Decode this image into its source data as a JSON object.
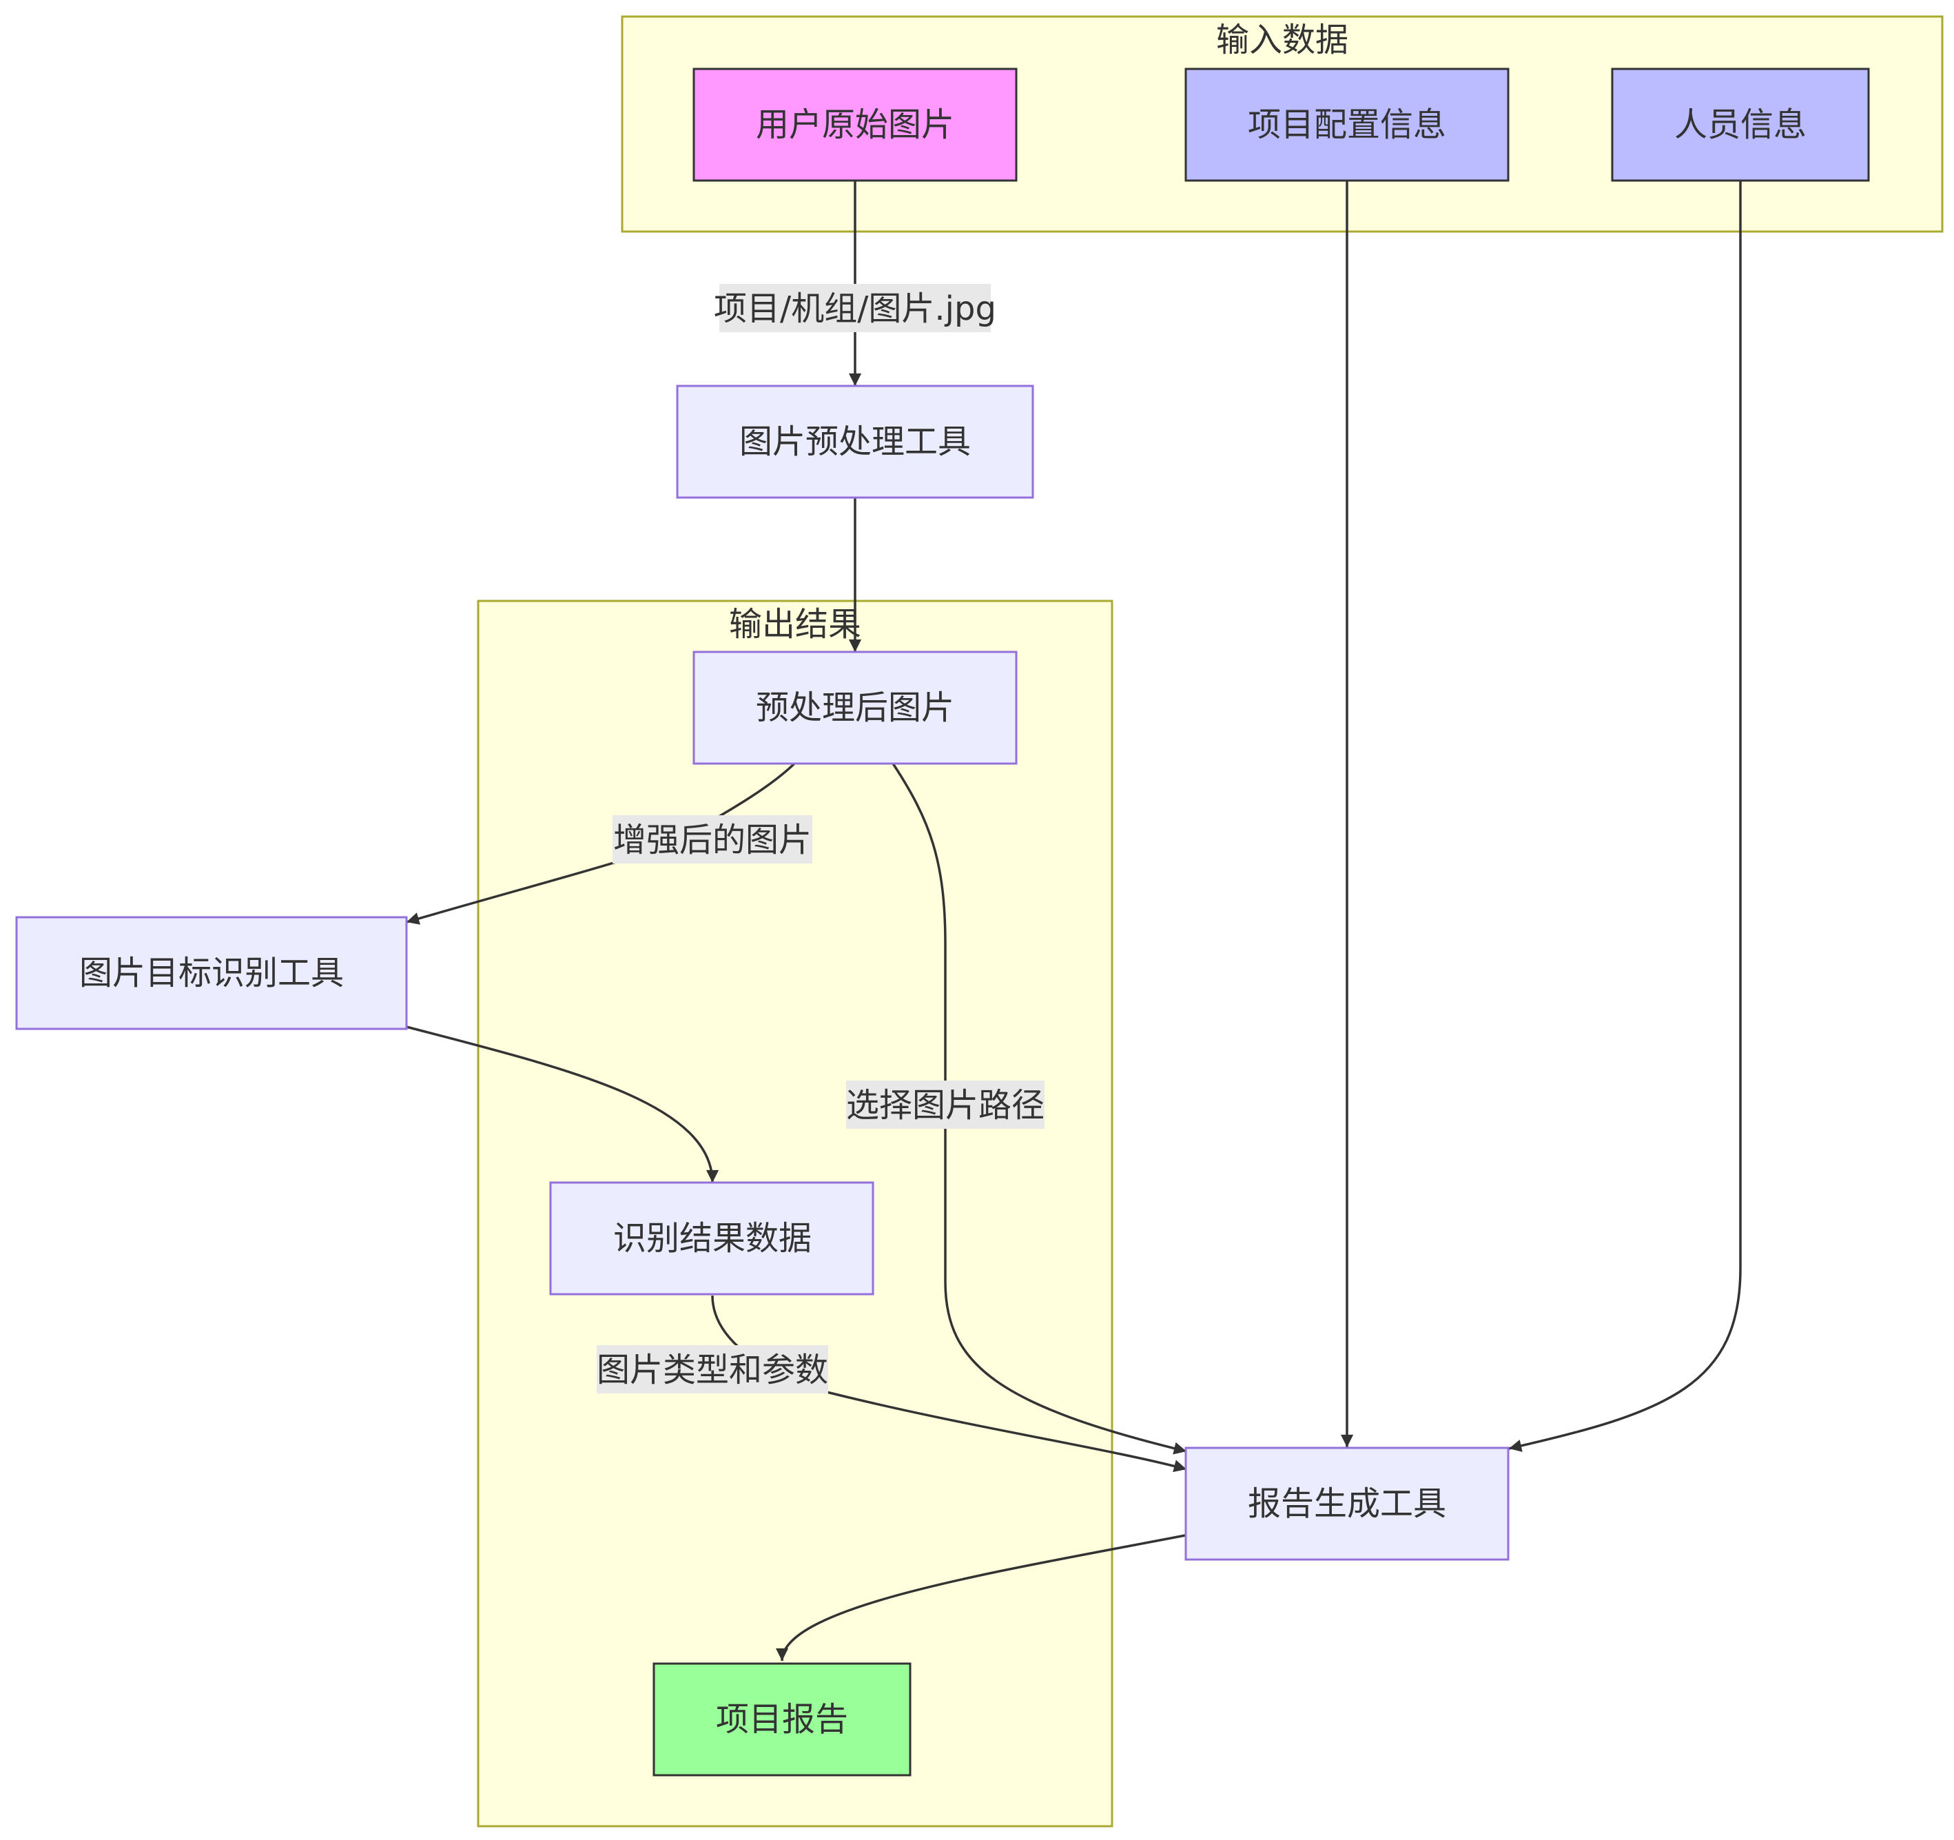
{
  "clusters": {
    "input": {
      "title": "输入数据"
    },
    "output": {
      "title": "输出结果"
    }
  },
  "nodes": {
    "user_image": {
      "label": "用户原始图片",
      "fill": "#ff99ff",
      "stroke": "#333333"
    },
    "project_config": {
      "label": "项目配置信息",
      "fill": "#bbbbff",
      "stroke": "#333333"
    },
    "personnel": {
      "label": "人员信息",
      "fill": "#bbbbff",
      "stroke": "#333333"
    },
    "preprocess_tool": {
      "label": "图片预处理工具",
      "fill": "#ececff",
      "stroke": "#9370db"
    },
    "preprocessed_image": {
      "label": "预处理后图片",
      "fill": "#ececff",
      "stroke": "#9370db"
    },
    "recognition_tool": {
      "label": "图片目标识别工具",
      "fill": "#ececff",
      "stroke": "#9370db"
    },
    "recognition_data": {
      "label": "识别结果数据",
      "fill": "#ececff",
      "stroke": "#9370db"
    },
    "report_tool": {
      "label": "报告生成工具",
      "fill": "#ececff",
      "stroke": "#9370db"
    },
    "project_report": {
      "label": "项目报告",
      "fill": "#99ff99",
      "stroke": "#333333"
    }
  },
  "edges": {
    "image_path": {
      "label": "项目/机组/图片.jpg"
    },
    "enhanced": {
      "label": "增强后的图片"
    },
    "select_path": {
      "label": "选择图片路径"
    },
    "type_params": {
      "label": "图片类型和参数"
    }
  }
}
